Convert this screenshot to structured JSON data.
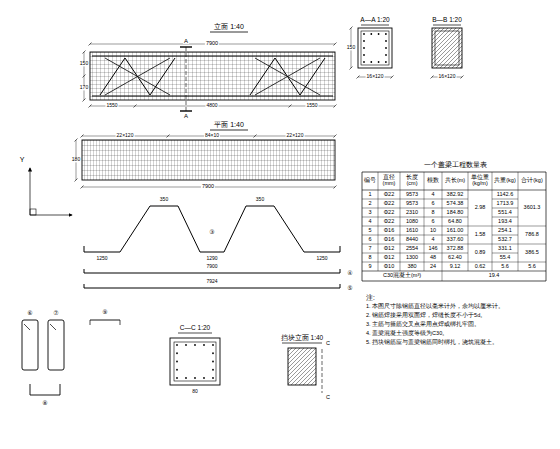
{
  "diagram": {
    "labels": [
      "立面 1:40",
      "A",
      "A",
      "7900",
      "150",
      "170",
      "1550",
      "4800",
      "1550",
      "平面 1:40",
      "22×120",
      "84×10",
      "22×120",
      "7900",
      "180",
      "Y",
      "1250",
      "350",
      "1290",
      "350",
      "1250",
      "③",
      "7900",
      "④",
      "7924",
      "⑤",
      "C—C 1:20",
      "80",
      "挡块立面 1:40",
      "C",
      "C",
      "A—A 1:20",
      "150",
      "16×120",
      "B—B 1:20",
      "16×120",
      "⑥",
      "⑦",
      "⑧",
      "⑨",
      "一个盖梁工程数量表",
      "编号",
      "直径(mm)",
      "长度(cm)",
      "根数",
      "共长(m)",
      "单位重(kg/m)",
      "共重(kg)",
      "合计(kg)",
      "1",
      "Φ22",
      "9573",
      "4",
      "382.92",
      "2.98",
      "1142.6",
      "3601.3",
      "2",
      "Φ22",
      "9573",
      "6",
      "574.38",
      "1713.9",
      "3",
      "Φ22",
      "2310",
      "8",
      "184.80",
      "551.4",
      "4",
      "Φ22",
      "1080",
      "6",
      "64.80",
      "193.4",
      "5",
      "Φ16",
      "1610",
      "10",
      "161.00",
      "1.58",
      "254.1",
      "786.8",
      "6",
      "Φ16",
      "8440",
      "4",
      "337.60",
      "532.7",
      "7",
      "Φ12",
      "2554",
      "146",
      "372.88",
      "0.89",
      "331.1",
      "386.5",
      "8",
      "Φ12",
      "1300",
      "48",
      "62.40",
      "55.4",
      "9",
      "Φ10",
      "380",
      "24",
      "9.12",
      "0.62",
      "5.6",
      "5.6",
      "C30混凝土(m³)",
      "19.4",
      "注:",
      "1. 本图尺寸除钢筋直径以毫米计外，余均以厘米计。",
      "2. 钢筋焊接采用双面焊，焊缝长度不小于5d。",
      "3. 主筋与箍筋交叉点采用点焊或绑扎牢固。",
      "4. 盖梁混凝土强度等级为C30。",
      "5. 挡块钢筋应与盖梁钢筋同时绑扎，浇筑混凝土。"
    ]
  }
}
